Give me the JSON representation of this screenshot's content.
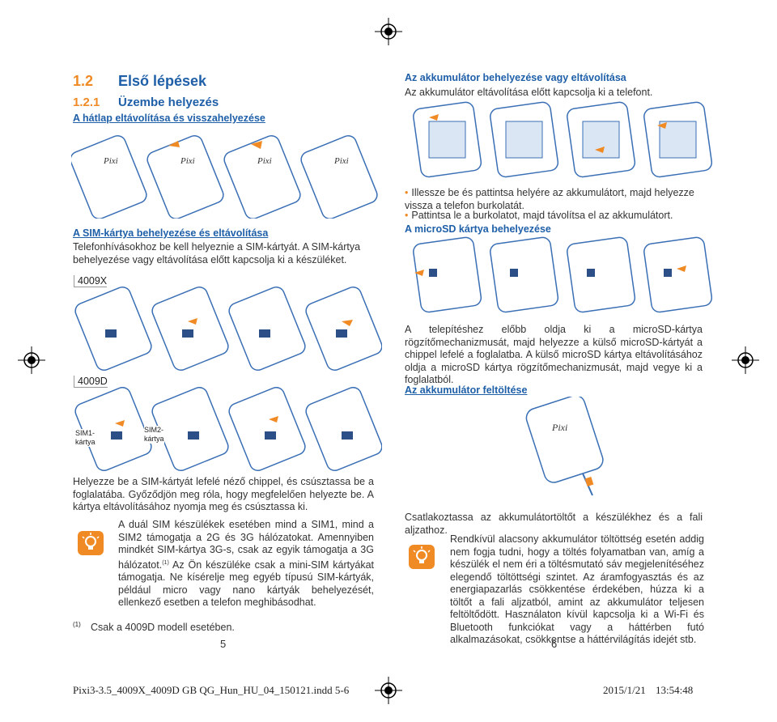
{
  "left": {
    "section_num": "1.2",
    "section_title": "Első lépések",
    "sub_num": "1.2.1",
    "sub_title": "Üzembe helyezés",
    "cover_heading": "A hátlap eltávolítása és visszahelyezése",
    "sim_heading": "A SIM-kártya behelyezése és eltávolítása",
    "sim_text": "Telefonhívásokhoz be kell helyeznie a SIM-kártyát. A SIM-kártya behelyezése vagy eltávolítása előtt kapcsolja ki a készüléket.",
    "model_a": "4009X",
    "model_b": "4009D",
    "sim1_label": "SIM1-\nkártya",
    "sim2_label": "SIM2-\nkártya",
    "insert_text": "Helyezze be a SIM-kártyát lefelé néző chippel, és csúsztassa be a foglalatába. Győződjön meg róla, hogy megfelelően helyezte be. A kártya eltávolításához nyomja meg és csúsztassa ki.",
    "tip_text": "A duál SIM készülékek esetében mind a SIM1, mind a SIM2 támogatja a 2G és 3G hálózatokat. Amennyiben mindkét SIM-kártya 3G-s, csak az egyik támogatja a 3G hálózatot.",
    "tip_sup": "(1)",
    "tip_text2": " Az Ön készüléke csak a mini-SIM kártyákat támogatja. Ne kísérelje meg egyéb típusú SIM-kártyák, például micro vagy nano kártyák behelyezését, ellenkező esetben a telefon meghibásodhat.",
    "footnote_mark": "(1)",
    "footnote": "Csak a 4009D modell esetében.",
    "page": "5"
  },
  "right": {
    "battery_heading": "Az akkumulátor behelyezése vagy eltávolítása",
    "battery_intro": "Az akkumulátor eltávolítása előtt kapcsolja ki a telefont.",
    "bullet1": "Illessze be és pattintsa helyére az akkumulátort, majd helyezze vissza a telefon burkolatát.",
    "bullet2": "Pattintsa le a burkolatot, majd távolítsa el az akkumulátort.",
    "microsd_heading": "A microSD kártya behelyezése",
    "microsd_text": "A telepítéshez előbb oldja ki a microSD-kártya rögzítőmechanizmusát, majd helyezze a külső microSD-kártyát a chippel lefelé a foglalatba. A külső microSD kártya eltávolításához oldja a microSD kártya rögzítőmechanizmusát, majd vegye ki a foglalatból.",
    "charge_heading": "Az akkumulátor feltöltése",
    "charge_text": "Csatlakoztassa az akkumulátortöltőt a készülékhez és a fali aljzathoz.",
    "tip_text": "Rendkívül alacsony akkumulátor töltöttség esetén addig nem fogja tudni, hogy a töltés folyamatban van, amíg a készülék el nem éri a töltésmutató sáv megjelenítéséhez elegendő töltöttségi szintet. Az áramfogyasztás és az energiapazarlás csökkentése érdekében, húzza ki a töltőt a fali aljzatból, amint az akkumulátor teljesen feltöltődött. Használaton kívül kapcsolja ki a Wi-Fi és Bluetooth funkciókat vagy a háttérben futó alkalmazásokat, csökkentse a háttérvilágítás idejét stb.",
    "phone_brand": "Pixi",
    "page": "6"
  },
  "footer": {
    "file": "Pixi3-3.5_4009X_4009D GB QG_Hun_HU_04_150121.indd   5-6",
    "date": "2015/1/21",
    "time": "13:54:48"
  },
  "colors": {
    "accent": "#f08a24",
    "heading_blue": "#1e5fa8",
    "phone_line": "#3a6fb5"
  }
}
